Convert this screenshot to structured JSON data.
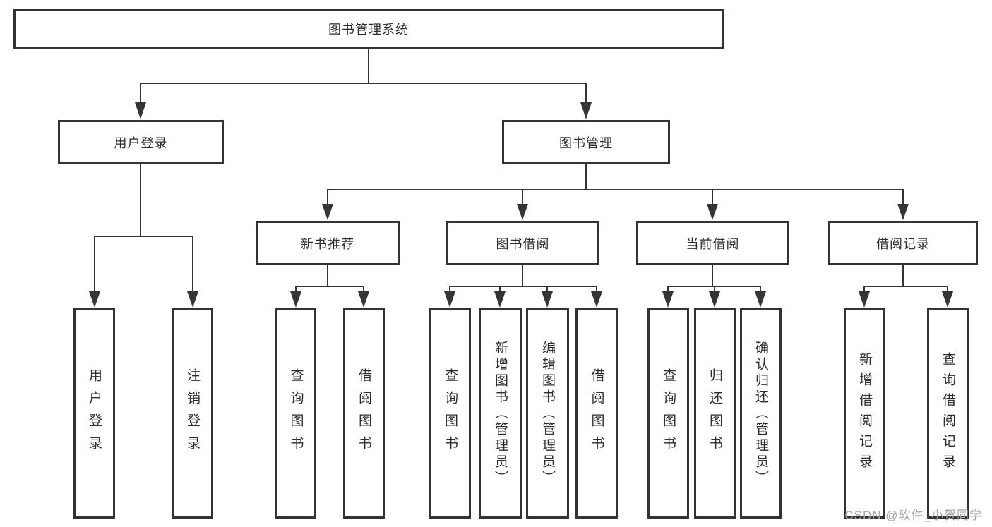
{
  "diagram_title": "图书管理系统",
  "nodes": {
    "root": {
      "label": "图书管理系统"
    },
    "user_login": {
      "label": "用户登录"
    },
    "book_mgmt": {
      "label": "图书管理"
    },
    "login": {
      "label": "用户登录"
    },
    "logout": {
      "label": "注销登录"
    },
    "new_book_rec": {
      "label": "新书推荐"
    },
    "book_borrow": {
      "label": "图书借阅"
    },
    "current_borrow": {
      "label": "当前借阅"
    },
    "borrow_records": {
      "label": "借阅记录"
    },
    "nbr_query": {
      "label": "查询图书"
    },
    "nbr_borrow": {
      "label": "借阅图书"
    },
    "bb_query": {
      "label": "查询图书"
    },
    "bb_add": {
      "label": "新增图书（管理员）"
    },
    "bb_edit": {
      "label": "编辑图书（管理员）"
    },
    "bb_borrow": {
      "label": "借阅图书"
    },
    "cb_query": {
      "label": "查询图书"
    },
    "cb_return": {
      "label": "归还图书"
    },
    "cb_confirm": {
      "label": "确认归还（管理员）"
    },
    "br_add": {
      "label": "新增借阅记录"
    },
    "br_query": {
      "label": "查询借阅记录"
    }
  },
  "edges": [
    [
      "root",
      "user_login"
    ],
    [
      "root",
      "book_mgmt"
    ],
    [
      "user_login",
      "login"
    ],
    [
      "user_login",
      "logout"
    ],
    [
      "book_mgmt",
      "new_book_rec"
    ],
    [
      "book_mgmt",
      "book_borrow"
    ],
    [
      "book_mgmt",
      "current_borrow"
    ],
    [
      "book_mgmt",
      "borrow_records"
    ],
    [
      "new_book_rec",
      "nbr_query"
    ],
    [
      "new_book_rec",
      "nbr_borrow"
    ],
    [
      "book_borrow",
      "bb_query"
    ],
    [
      "book_borrow",
      "bb_add"
    ],
    [
      "book_borrow",
      "bb_edit"
    ],
    [
      "book_borrow",
      "bb_borrow"
    ],
    [
      "current_borrow",
      "cb_query"
    ],
    [
      "current_borrow",
      "cb_return"
    ],
    [
      "current_borrow",
      "cb_confirm"
    ],
    [
      "borrow_records",
      "br_add"
    ],
    [
      "borrow_records",
      "br_query"
    ]
  ],
  "watermark": "CSDN @软件_小贺同学",
  "colors": {
    "line": "#353535",
    "border": "#333333",
    "text": "#2d2d2d",
    "watermark": "#a6a6a6",
    "background": "#ffffff"
  }
}
